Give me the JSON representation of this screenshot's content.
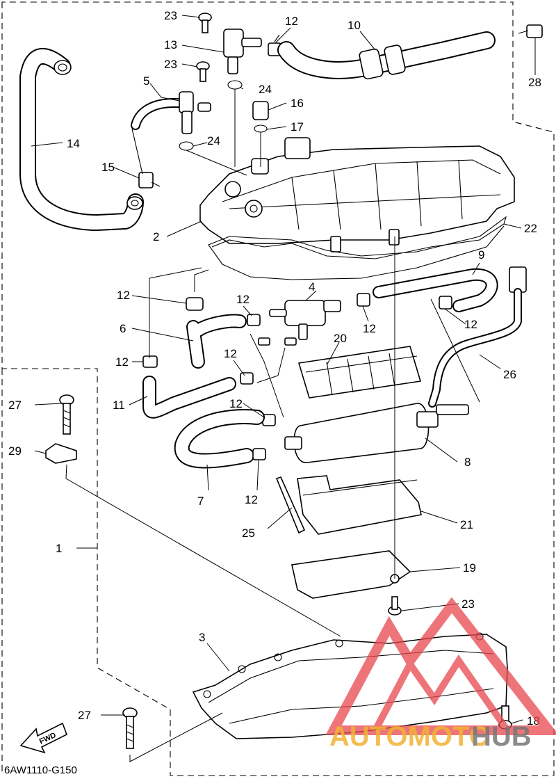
{
  "diagram": {
    "callouts": [
      {
        "id": "c-1",
        "text": "1"
      },
      {
        "id": "c-2",
        "text": "2"
      },
      {
        "id": "c-3",
        "text": "3"
      },
      {
        "id": "c-4",
        "text": "4"
      },
      {
        "id": "c-5",
        "text": "5"
      },
      {
        "id": "c-6",
        "text": "6"
      },
      {
        "id": "c-7",
        "text": "7"
      },
      {
        "id": "c-8",
        "text": "8"
      },
      {
        "id": "c-9",
        "text": "9"
      },
      {
        "id": "c-10",
        "text": "10"
      },
      {
        "id": "c-11",
        "text": "11"
      },
      {
        "id": "c-12a",
        "text": "12"
      },
      {
        "id": "c-12b",
        "text": "12"
      },
      {
        "id": "c-12c",
        "text": "12"
      },
      {
        "id": "c-12d",
        "text": "12"
      },
      {
        "id": "c-12e",
        "text": "12"
      },
      {
        "id": "c-12f",
        "text": "12"
      },
      {
        "id": "c-12g",
        "text": "12"
      },
      {
        "id": "c-12h",
        "text": "12"
      },
      {
        "id": "c-12i",
        "text": "12"
      },
      {
        "id": "c-13",
        "text": "13"
      },
      {
        "id": "c-14",
        "text": "14"
      },
      {
        "id": "c-15",
        "text": "15"
      },
      {
        "id": "c-16",
        "text": "16"
      },
      {
        "id": "c-17",
        "text": "17"
      },
      {
        "id": "c-18",
        "text": "18"
      },
      {
        "id": "c-19",
        "text": "19"
      },
      {
        "id": "c-20",
        "text": "20"
      },
      {
        "id": "c-21",
        "text": "21"
      },
      {
        "id": "c-22",
        "text": "22"
      },
      {
        "id": "c-23a",
        "text": "23"
      },
      {
        "id": "c-23b",
        "text": "23"
      },
      {
        "id": "c-23c",
        "text": "23"
      },
      {
        "id": "c-24a",
        "text": "24"
      },
      {
        "id": "c-24b",
        "text": "24"
      },
      {
        "id": "c-25",
        "text": "25"
      },
      {
        "id": "c-26",
        "text": "26"
      },
      {
        "id": "c-27a",
        "text": "27"
      },
      {
        "id": "c-27b",
        "text": "27"
      },
      {
        "id": "c-28",
        "text": "28"
      },
      {
        "id": "c-29",
        "text": "29"
      }
    ],
    "fwd_label": "FWD",
    "drawing_code": "6AW1110-G150",
    "watermark": {
      "part1": "AUTOMOTO",
      "part2": "HUB",
      "color1": "#f2b233",
      "color2": "#777777",
      "logo_color": "#e8474e"
    }
  }
}
